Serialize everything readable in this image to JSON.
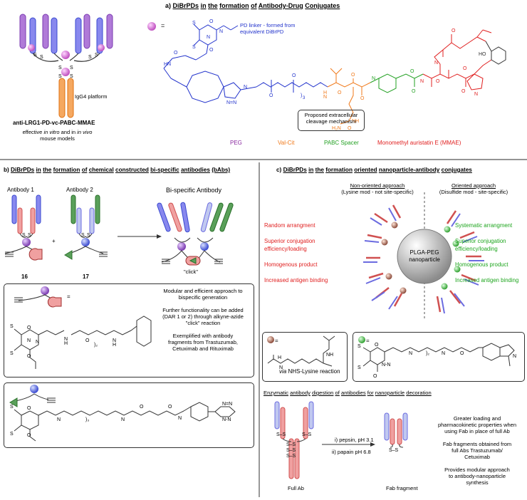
{
  "colors": {
    "pd_linker": "#2233cc",
    "val_cit": "#f07818",
    "pabc": "#22a022",
    "mmae": "#e02020",
    "peg": "#8a2aa0",
    "antibody_heavy": "#e87878",
    "antibody_light_blue": "#6b6be0",
    "antibody_light_purple": "#a05ac8",
    "antibody_green": "#3a8a3a",
    "nanoparticle": "#a8a8a8"
  },
  "panel_a": {
    "header_prefix": "a)",
    "header_words": [
      "DiBrPDs",
      "in",
      "the",
      "formation",
      "of",
      "Antibody-Drug",
      "Conjugates"
    ],
    "equals": "=",
    "platform_label": "IgG4 platform",
    "conjugate_name": "anti-LRG1-PD-vc-PABC-MMAE",
    "effective_line1_pre": "effective ",
    "effective_line1_it1": "in vitro",
    "effective_line1_mid": " and in ",
    "effective_line1_it2": "in vivo",
    "effective_line2": "mouse models",
    "pd_linker_label_1": "PD linker - formed from",
    "pd_linker_label_2": "equivalent DiBrPD",
    "cleavage_box": "Proposed extracellular cleavage mechanism",
    "legend": {
      "peg": "PEG",
      "val_cit": "Val-Cit",
      "pabc": "PABC Spacer",
      "mmae": "Monomethyl auristatin E (MMAE)"
    }
  },
  "panel_b": {
    "header_prefix": "b)",
    "header_words": [
      "DiBrPDs",
      "in",
      "the",
      "formation",
      "of",
      "chemical",
      "constructed",
      "bi-specific",
      "antibodies",
      "(bAbs)"
    ],
    "antibody1": "Antibody 1",
    "antibody2": "Antibody 2",
    "bispecific": "Bi-specific Antibody",
    "plus": "+",
    "click": "\"click\"",
    "compound16": "16",
    "compound17": "17",
    "equals": "=",
    "desc1_line1": "Modular and efficient approach to",
    "desc1_line2": "bispecific generation",
    "desc2_line1": "Further functionality can be added",
    "desc2_line2": "(DAR 1 or 2) through alkyne-azide",
    "desc2_line3": "\"click\" reaction",
    "desc3_line1": "Exemplified with antibody",
    "desc3_line2": "fragments from Trastuzumab,",
    "desc3_line3": "Cetuximab and Rituximab"
  },
  "panel_c": {
    "header_prefix": "c)",
    "header_words": [
      "DiBrPDs",
      "in",
      "the",
      "formation",
      "oriented",
      "nanoparticle-antibody",
      "conjugates"
    ],
    "non_oriented_1": "Non-oriented approach",
    "non_oriented_2": "(Lysine mod - not site-specific)",
    "oriented_1": "Oriented approach",
    "oriented_2": "(Disulfide mod - site-specific)",
    "nanoparticle_1": "PLGA-PEG",
    "nanoparticle_2": "nanoparticle",
    "left_props": [
      "Random arrangment",
      "Superior conjugation",
      "efficiency/loading",
      "Homogenous product",
      "Increased antigen binding"
    ],
    "right_props": [
      "Systematic arrangment",
      "Superior conjugation",
      "efficiency/loading",
      "Homogenous product",
      "Increased antigen binding"
    ],
    "equals": "=",
    "nhs_via": "via",
    "nhs_rest": " NHS-Lysine reaction",
    "digestion_words": [
      "Enzymatic",
      "antibody",
      "digestion",
      "of",
      "antibodies",
      "for",
      "nanoparticle",
      "decoration"
    ],
    "pepsin": "i) pepsin, pH 3.1",
    "papain": "ii) papain pH 6.8",
    "full_ab": "Full Ab",
    "fab": "Fab fragment",
    "fab_desc": [
      "Greater loading and",
      "pharmacokinetic properties when",
      "using Fab in place of full Ab",
      "",
      "Fab fragments obtained from",
      "full Abs Trastuzumab/",
      "Cetuximab",
      "",
      "Provides modular approach",
      "to antibody-nanoparticle",
      "synthesis"
    ]
  }
}
